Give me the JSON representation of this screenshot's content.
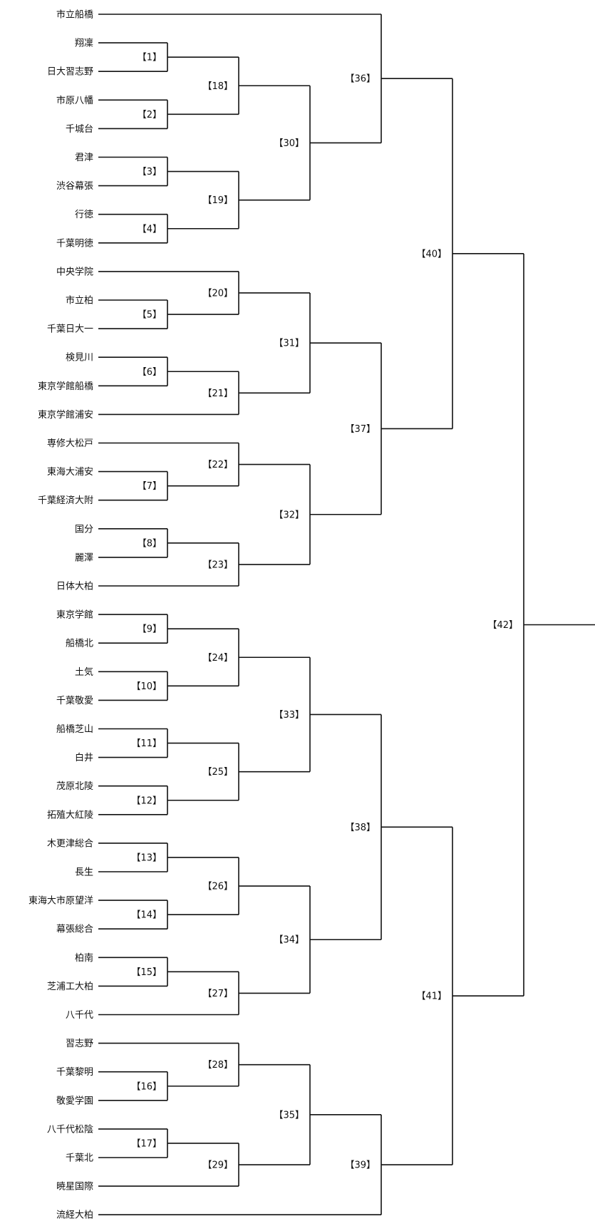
{
  "teams": [
    "市立船橋",
    "翔凜",
    "日大習志野",
    "市原八幡",
    "千城台",
    "君津",
    "渋谷幕張",
    "行徳",
    "千葉明徳",
    "中央学院",
    "市立柏",
    "千葉日大一",
    "検見川",
    "東京学館船橋",
    "東京学館浦安",
    "専修大松戸",
    "東海大浦安",
    "千葉経済大附",
    "国分",
    "麗澤",
    "日体大柏",
    "東京学館",
    "船橋北",
    "土気",
    "千葉敬愛",
    "船橋芝山",
    "白井",
    "茂原北陵",
    "拓殖大紅陵",
    "木更津総合",
    "長生",
    "東海大市原望洋",
    "幕張総合",
    "柏南",
    "芝浦工大柏",
    "八千代",
    "習志野",
    "千葉黎明",
    "敬愛学園",
    "八千代松陰",
    "千葉北",
    "暁星国際",
    "流経大柏"
  ],
  "matches": [
    {
      "label": "【1】",
      "from": [
        "t1",
        "t2"
      ]
    },
    {
      "label": "【2】",
      "from": [
        "t3",
        "t4"
      ]
    },
    {
      "label": "【3】",
      "from": [
        "t5",
        "t6"
      ]
    },
    {
      "label": "【4】",
      "from": [
        "t7",
        "t8"
      ]
    },
    {
      "label": "【5】",
      "from": [
        "t10",
        "t11"
      ]
    },
    {
      "label": "【6】",
      "from": [
        "t12",
        "t13"
      ]
    },
    {
      "label": "【7】",
      "from": [
        "t16",
        "t17"
      ]
    },
    {
      "label": "【8】",
      "from": [
        "t18",
        "t19"
      ]
    },
    {
      "label": "【9】",
      "from": [
        "t21",
        "t22"
      ]
    },
    {
      "label": "【10】",
      "from": [
        "t23",
        "t24"
      ]
    },
    {
      "label": "【11】",
      "from": [
        "t25",
        "t26"
      ]
    },
    {
      "label": "【12】",
      "from": [
        "t27",
        "t28"
      ]
    },
    {
      "label": "【13】",
      "from": [
        "t29",
        "t30"
      ]
    },
    {
      "label": "【14】",
      "from": [
        "t31",
        "t32"
      ]
    },
    {
      "label": "【15】",
      "from": [
        "t33",
        "t34"
      ]
    },
    {
      "label": "【16】",
      "from": [
        "t37",
        "t38"
      ]
    },
    {
      "label": "【17】",
      "from": [
        "t39",
        "t40"
      ]
    },
    {
      "label": "【18】",
      "from": [
        "m1",
        "m2"
      ]
    },
    {
      "label": "【19】",
      "from": [
        "m3",
        "m4"
      ]
    },
    {
      "label": "【20】",
      "from": [
        "t9",
        "m5"
      ]
    },
    {
      "label": "【21】",
      "from": [
        "m6",
        "t14"
      ]
    },
    {
      "label": "【22】",
      "from": [
        "t15",
        "m7"
      ]
    },
    {
      "label": "【23】",
      "from": [
        "m8",
        "t20"
      ]
    },
    {
      "label": "【24】",
      "from": [
        "m9",
        "m10"
      ]
    },
    {
      "label": "【25】",
      "from": [
        "m11",
        "m12"
      ]
    },
    {
      "label": "【26】",
      "from": [
        "m13",
        "m14"
      ]
    },
    {
      "label": "【27】",
      "from": [
        "m15",
        "t35"
      ]
    },
    {
      "label": "【28】",
      "from": [
        "t36",
        "m16"
      ]
    },
    {
      "label": "【29】",
      "from": [
        "m17",
        "t41"
      ]
    },
    {
      "label": "【30】",
      "from": [
        "m18",
        "m19"
      ]
    },
    {
      "label": "【31】",
      "from": [
        "m20",
        "m21"
      ]
    },
    {
      "label": "【32】",
      "from": [
        "m22",
        "m23"
      ]
    },
    {
      "label": "【33】",
      "from": [
        "m24",
        "m25"
      ]
    },
    {
      "label": "【34】",
      "from": [
        "m26",
        "m27"
      ]
    },
    {
      "label": "【35】",
      "from": [
        "m28",
        "m29"
      ]
    },
    {
      "label": "【36】",
      "from": [
        "t0",
        "m30"
      ]
    },
    {
      "label": "【37】",
      "from": [
        "m31",
        "m32"
      ]
    },
    {
      "label": "【38】",
      "from": [
        "m33",
        "m34"
      ]
    },
    {
      "label": "【39】",
      "from": [
        "m35",
        "t42"
      ]
    },
    {
      "label": "【40】",
      "from": [
        "m36",
        "m37"
      ]
    },
    {
      "label": "【41】",
      "from": [
        "m38",
        "m39"
      ]
    },
    {
      "label": "【42】",
      "from": [
        "m40",
        "m41"
      ]
    }
  ]
}
